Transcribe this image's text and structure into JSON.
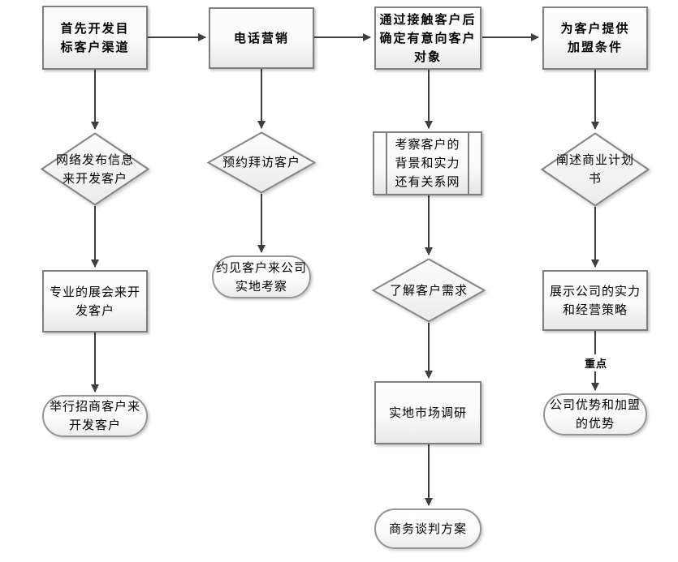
{
  "flowchart": {
    "colors": {
      "line": "#3f3f3f",
      "shape_border": "#7f7f7f",
      "fill_top": "#fdfdfd",
      "fill_bottom": "#e7e7e7"
    },
    "edge_label": "重点",
    "columns": [
      {
        "name": "channel-development",
        "nodes": [
          {
            "id": "n1",
            "type": "process",
            "label": "首先开发目\n标客户渠道"
          },
          {
            "id": "d1",
            "type": "decision",
            "label": "网络发布信息\n来开发客户"
          },
          {
            "id": "r1",
            "type": "process",
            "label": "专业的展会来开\n发客户"
          },
          {
            "id": "s1",
            "type": "terminator",
            "label": "举行招商客户来\n开发客户"
          }
        ]
      },
      {
        "name": "telemarketing",
        "nodes": [
          {
            "id": "n2",
            "type": "process",
            "label": "电话营销"
          },
          {
            "id": "d2",
            "type": "decision",
            "label": "预约拜访客户"
          },
          {
            "id": "s2",
            "type": "terminator",
            "label": "约见客户来公司\n实地考察"
          }
        ]
      },
      {
        "name": "customer-qualification",
        "nodes": [
          {
            "id": "n3",
            "type": "process",
            "label": "通过接触客户后\n确定有意向客户\n对象"
          },
          {
            "id": "p3",
            "type": "predefined-process",
            "label": "考察客户的\n背景和实力\n还有关系网"
          },
          {
            "id": "d3",
            "type": "decision",
            "label": "了解客户需求"
          },
          {
            "id": "r3",
            "type": "process",
            "label": "实地市场调研"
          },
          {
            "id": "s3",
            "type": "terminator",
            "label": "商务谈判方案"
          }
        ]
      },
      {
        "name": "franchise-offer",
        "nodes": [
          {
            "id": "n4",
            "type": "process",
            "label": "为客户提供\n加盟条件"
          },
          {
            "id": "d4",
            "type": "decision",
            "label": "阐述商业计划\n书"
          },
          {
            "id": "r4",
            "type": "process",
            "label": "展示公司的实力\n和经营策略"
          },
          {
            "id": "s4",
            "type": "terminator",
            "label": "公司优势和加盟\n的优势"
          }
        ]
      }
    ]
  }
}
